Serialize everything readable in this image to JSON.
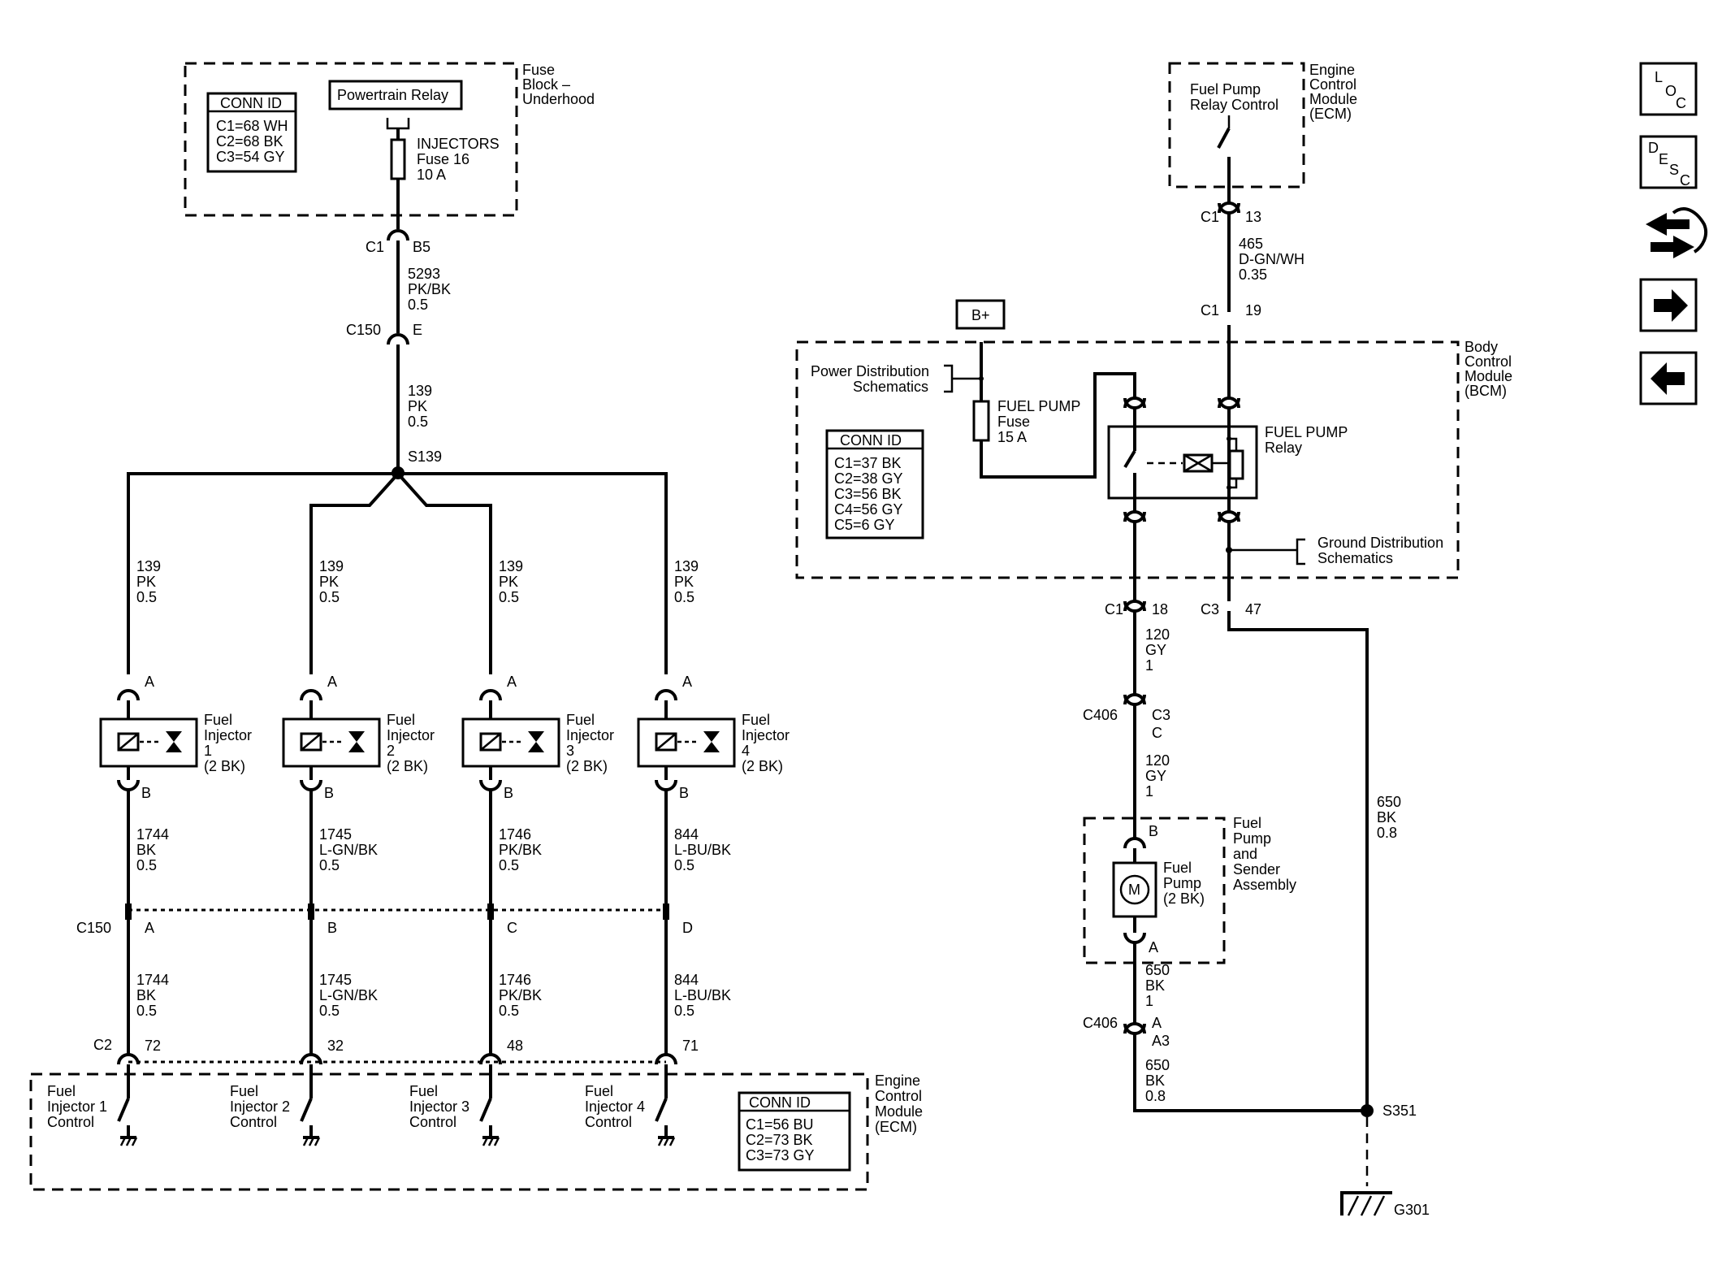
{
  "fuse_block": {
    "title": [
      "Fuse",
      "Block –",
      "Underhood"
    ],
    "conn_id": {
      "header": "CONN ID",
      "lines": [
        "C1=68 WH",
        "C2=68 BK",
        "C3=54 GY"
      ]
    },
    "relay_label": "Powertrain Relay",
    "fuse_lines": [
      "INJECTORS",
      "Fuse 16",
      "10 A"
    ]
  },
  "wire_top": {
    "conn_left": "C1",
    "pin_right": "B5",
    "wire": [
      "5293",
      "PK/BK",
      "0.5"
    ],
    "c150_left": "C150",
    "c150_pin": "E",
    "wire2": [
      "139",
      "PK",
      "0.5"
    ],
    "splice": "S139"
  },
  "injectors": [
    {
      "wire_a": [
        "139",
        "PK",
        "0.5"
      ],
      "pin_a": "A",
      "label": [
        "Fuel",
        "Injector",
        "1",
        "(2 BK)"
      ],
      "pin_b": "B",
      "wire_b": [
        "1744",
        "BK",
        "0.5"
      ],
      "c150_pin": "A",
      "wire_c": [
        "1744",
        "BK",
        "0.5"
      ],
      "ecm_pin": "72",
      "ecm_label": [
        "Fuel",
        "Injector 1",
        "Control"
      ]
    },
    {
      "wire_a": [
        "139",
        "PK",
        "0.5"
      ],
      "pin_a": "A",
      "label": [
        "Fuel",
        "Injector",
        "2",
        "(2 BK)"
      ],
      "pin_b": "B",
      "wire_b": [
        "1745",
        "L-GN/BK",
        "0.5"
      ],
      "c150_pin": "B",
      "wire_c": [
        "1745",
        "L-GN/BK",
        "0.5"
      ],
      "ecm_pin": "32",
      "ecm_label": [
        "Fuel",
        "Injector 2",
        "Control"
      ]
    },
    {
      "wire_a": [
        "139",
        "PK",
        "0.5"
      ],
      "pin_a": "A",
      "label": [
        "Fuel",
        "Injector",
        "3",
        "(2 BK)"
      ],
      "pin_b": "B",
      "wire_b": [
        "1746",
        "PK/BK",
        "0.5"
      ],
      "c150_pin": "C",
      "wire_c": [
        "1746",
        "PK/BK",
        "0.5"
      ],
      "ecm_pin": "48",
      "ecm_label": [
        "Fuel",
        "Injector 3",
        "Control"
      ]
    },
    {
      "wire_a": [
        "139",
        "PK",
        "0.5"
      ],
      "pin_a": "A",
      "label": [
        "Fuel",
        "Injector",
        "4",
        "(2 BK)"
      ],
      "pin_b": "B",
      "wire_b": [
        "844",
        "L-BU/BK",
        "0.5"
      ],
      "c150_pin": "D",
      "wire_c": [
        "844",
        "L-BU/BK",
        "0.5"
      ],
      "ecm_pin": "71",
      "ecm_label": [
        "Fuel",
        "Injector 4",
        "Control"
      ]
    }
  ],
  "c150_bottom": "C150",
  "c2_label": "C2",
  "ecm_bottom": {
    "title": [
      "Engine",
      "Control",
      "Module",
      "(ECM)"
    ],
    "conn_id": {
      "header": "CONN ID",
      "lines": [
        "C1=56 BU",
        "C2=73 BK",
        "C3=73 GY"
      ]
    }
  },
  "ecm_top": {
    "title": [
      "Engine",
      "Control",
      "Module",
      "(ECM)"
    ],
    "control": [
      "Fuel Pump",
      "Relay Control"
    ],
    "conn": "C1",
    "pin": "13",
    "wire": [
      "465",
      "D-GN/WH",
      "0.35"
    ],
    "bcm_conn": "C1",
    "bcm_pin": "19"
  },
  "bcm": {
    "title": [
      "Body",
      "Control",
      "Module",
      "(BCM)"
    ],
    "bplus": "B+",
    "power_dist": [
      "Power Distribution",
      "Schematics"
    ],
    "fuse_lines": [
      "FUEL PUMP",
      "Fuse",
      "15 A"
    ],
    "relay_lines": [
      "FUEL PUMP",
      "Relay"
    ],
    "ground_dist": [
      "Ground Distribution",
      "Schematics"
    ],
    "conn_id": {
      "header": "CONN ID",
      "lines": [
        "C1=37 BK",
        "C2=38 GY",
        "C3=56 BK",
        "C4=56 GY",
        "C5=6 GY"
      ]
    }
  },
  "pump_circuit": {
    "out_conn": "C1",
    "out_pin": "18",
    "wire1": [
      "120",
      "GY",
      "1"
    ],
    "c406": "C406",
    "c406_pin_a": "C3",
    "c406_pin_b": "C",
    "wire2": [
      "120",
      "GY",
      "1"
    ],
    "pin_b": "B",
    "assembly": [
      "Fuel",
      "Pump",
      "and",
      "Sender",
      "Assembly"
    ],
    "pump_label": [
      "Fuel",
      "Pump",
      "(2 BK)"
    ],
    "motor": "M",
    "pin_a": "A",
    "wire3": [
      "650",
      "BK",
      "1"
    ],
    "c406_2": "C406",
    "c406_2_pin_a": "A",
    "c406_2_pin_b": "A3",
    "wire4": [
      "650",
      "BK",
      "0.8"
    ],
    "ground_conn": "C3",
    "ground_pin": "47",
    "wire5": [
      "650",
      "BK",
      "0.8"
    ],
    "splice": "S351",
    "ground": "G301"
  },
  "nav": {
    "loc": [
      "L",
      "O",
      "C"
    ],
    "desc": [
      "D",
      "E",
      "S",
      "C"
    ]
  }
}
